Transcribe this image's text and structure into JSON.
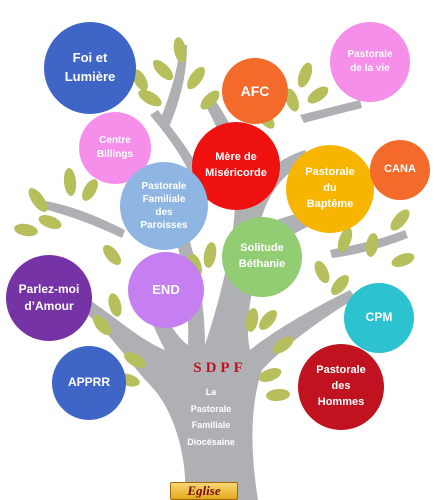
{
  "tree": {
    "trunk_title": "SDPF",
    "trunk_subtitle": "La\nPastorale\nFamiliale\nDiocésaine",
    "badge": "Eglise"
  },
  "bubbles": [
    {
      "id": "foi-et-lumiere",
      "label": "Foi et\nLumière",
      "color": "#3f66c6"
    },
    {
      "id": "afc",
      "label": "AFC",
      "color": "#f46a2a"
    },
    {
      "id": "pastorale-de-la-vie",
      "label": "Pastorale\nde la vie",
      "color": "#f58fe9"
    },
    {
      "id": "centre-billings",
      "label": "Centre\nBillings",
      "color": "#f58fe9"
    },
    {
      "id": "mere-de-misericorde",
      "label": "Mère de\nMiséricorde",
      "color": "#ef1010"
    },
    {
      "id": "pastorale-du-bapteme",
      "label": "Pastorale\ndu\nBaptême",
      "color": "#f7b500"
    },
    {
      "id": "cana",
      "label": "CANA",
      "color": "#f46a2a"
    },
    {
      "id": "pastorale-familiale-des-paroisses",
      "label": "Pastorale\nFamiliale\ndes\nParoisses",
      "color": "#8fb5e3"
    },
    {
      "id": "solitude-bethanie",
      "label": "Solitude\nBéthanie",
      "color": "#92cd73"
    },
    {
      "id": "parlez-moi-d-amour",
      "label": "Parlez-moi\nd’Amour",
      "color": "#7533a6"
    },
    {
      "id": "end",
      "label": "END",
      "color": "#c57ff0"
    },
    {
      "id": "cpm",
      "label": "CPM",
      "color": "#2dc2cf"
    },
    {
      "id": "apprr",
      "label": "APPRR",
      "color": "#3f66c6"
    },
    {
      "id": "pastorale-des-hommes",
      "label": "Pastorale\ndes\nHommes",
      "color": "#c0121f"
    }
  ]
}
